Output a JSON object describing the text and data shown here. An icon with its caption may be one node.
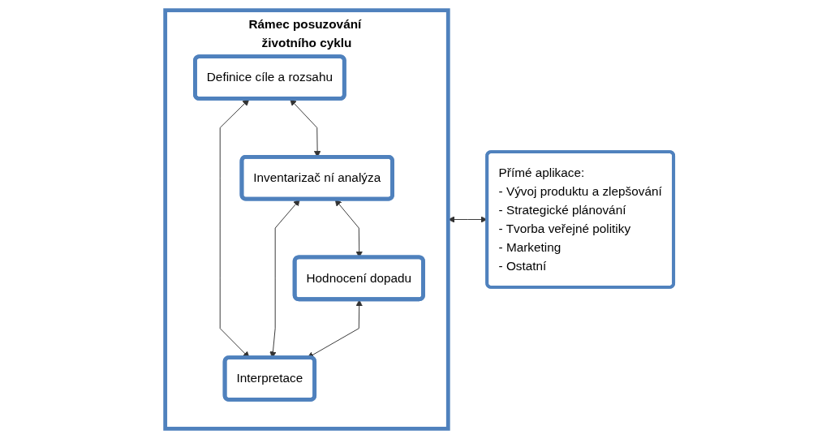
{
  "diagram": {
    "nodes": [
      {
        "text": [
          "Rámec posuzování životního cyklu"
        ]
      },
      {
        "text": [
          "Definice cíle a rozsahu"
        ],
        "in": 0
      },
      {
        "text": [
          "Inventarizač ní analýza"
        ],
        "in": 0
      },
      {
        "text": [
          "Hodnocení dopadu"
        ],
        "in": 0
      },
      {
        "text": [
          "Interpretace"
        ],
        "in": 0
      },
      {
        "text": [
          "Přímé aplikace:",
          "- Vývoj produktu a zlepšování",
          "- Strategické plánování",
          "- Tvorba veřejné politiky",
          "- Marketing",
          "- Ostatní"
        ]
      }
    ],
    "edges": [
      {
        "from": 1,
        "to": 4,
        "arrow": "both"
      },
      {
        "from": 1,
        "to": 2,
        "arrow": "both"
      },
      {
        "from": 2,
        "to": 4,
        "arrow": "both"
      },
      {
        "from": 2,
        "to": 3,
        "arrow": "both"
      },
      {
        "from": 3,
        "to": 4,
        "arrow": "both"
      },
      {
        "from": 0,
        "to": 5,
        "arrow": "both"
      }
    ]
  }
}
